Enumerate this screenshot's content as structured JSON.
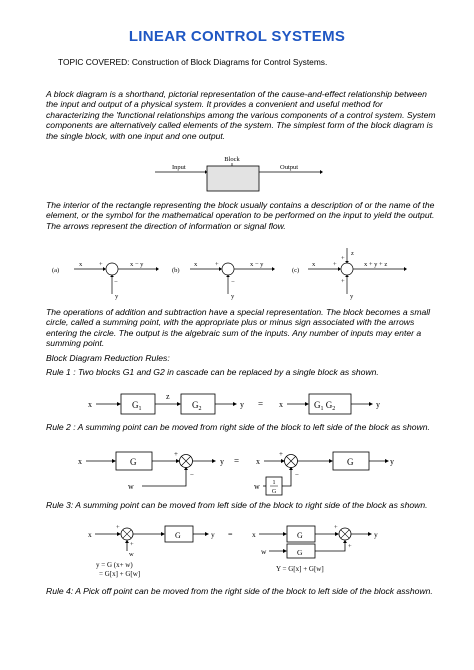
{
  "title": "LINEAR CONTROL SYSTEMS",
  "topic": "TOPIC COVERED: Construction of Block Diagrams for Control Systems.",
  "paragraphs": {
    "intro": "A block diagram is a shorthand, pictorial representation of the cause-and-effect relationship between the input and output of a physical system. It provides a convenient and useful method for characterizing the 'functional relationships among the various components of a control system. System components are alternatively called elements of the system. The simplest form of the block diagram is the single block, with one input and one output.",
    "interior": "The interior of the rectangle representing the block usually contains a description of or the name of the element, or the symbol for the mathematical operation to be performed on the input to yield the output. The arrows represent the direction of information or signal flow.",
    "summing": "The operations of addition and subtraction have a special representation. The block becomes a small circle, called a summing point, with the appropriate plus or minus sign associated with the arrows entering the circle. The output is the algebraic sum of the inputs. Any number of inputs may enter a summing point.",
    "reduction_heading": "Block Diagram Reduction Rules:",
    "rule1": "Rule 1 : Two blocks G1 and G2 in cascade can be replaced by a single block as shown.",
    "rule2": "Rule 2 : A summing point can be moved from right side of the block to left side of the block as shown.",
    "rule3": "Rule 3: A summing point can be moved from left side of the block to right side of the block as shown.",
    "rule4": "Rule 4: A Pick off point can be moved from the right side of the block to left side of the block asshown."
  },
  "fig_block": {
    "block": "Block",
    "input": "Input",
    "output": "Output"
  },
  "fig_summing": {
    "a": {
      "label": "(a)",
      "x": "x",
      "out": "x − y",
      "y": "y",
      "plus": "+",
      "minus": "−"
    },
    "b": {
      "label": "(b)",
      "x": "x",
      "out": "x − y",
      "y": "y",
      "plus": "+",
      "minus": "−"
    },
    "c": {
      "label": "(c)",
      "x": "x",
      "out": "x + y + z",
      "y": "y",
      "z": "z",
      "plus": "+"
    }
  },
  "fig_rule1": {
    "x": "x",
    "z": "z",
    "y": "y",
    "g1": "G",
    "g1_sub": "1",
    "g2": "G",
    "g2_sub": "2",
    "eq": "=",
    "g12": "G",
    "g12_sub1": "1",
    "g12_mid": " G",
    "g12_sub2": "2"
  },
  "fig_rule2": {
    "x": "x",
    "y": "y",
    "w": "w",
    "g": "G",
    "eq": "=",
    "plus": "+",
    "minus": "−",
    "num": "1",
    "den": "G"
  },
  "fig_rule3": {
    "x": "x",
    "y": "y",
    "w": "w",
    "g": "G",
    "eq": "=",
    "plus": "+",
    "eq_left_1": "y = G (x+ w)",
    "eq_left_2": "= G[x] + G[w]",
    "eq_right": "Y = G[x] + G[w]"
  }
}
